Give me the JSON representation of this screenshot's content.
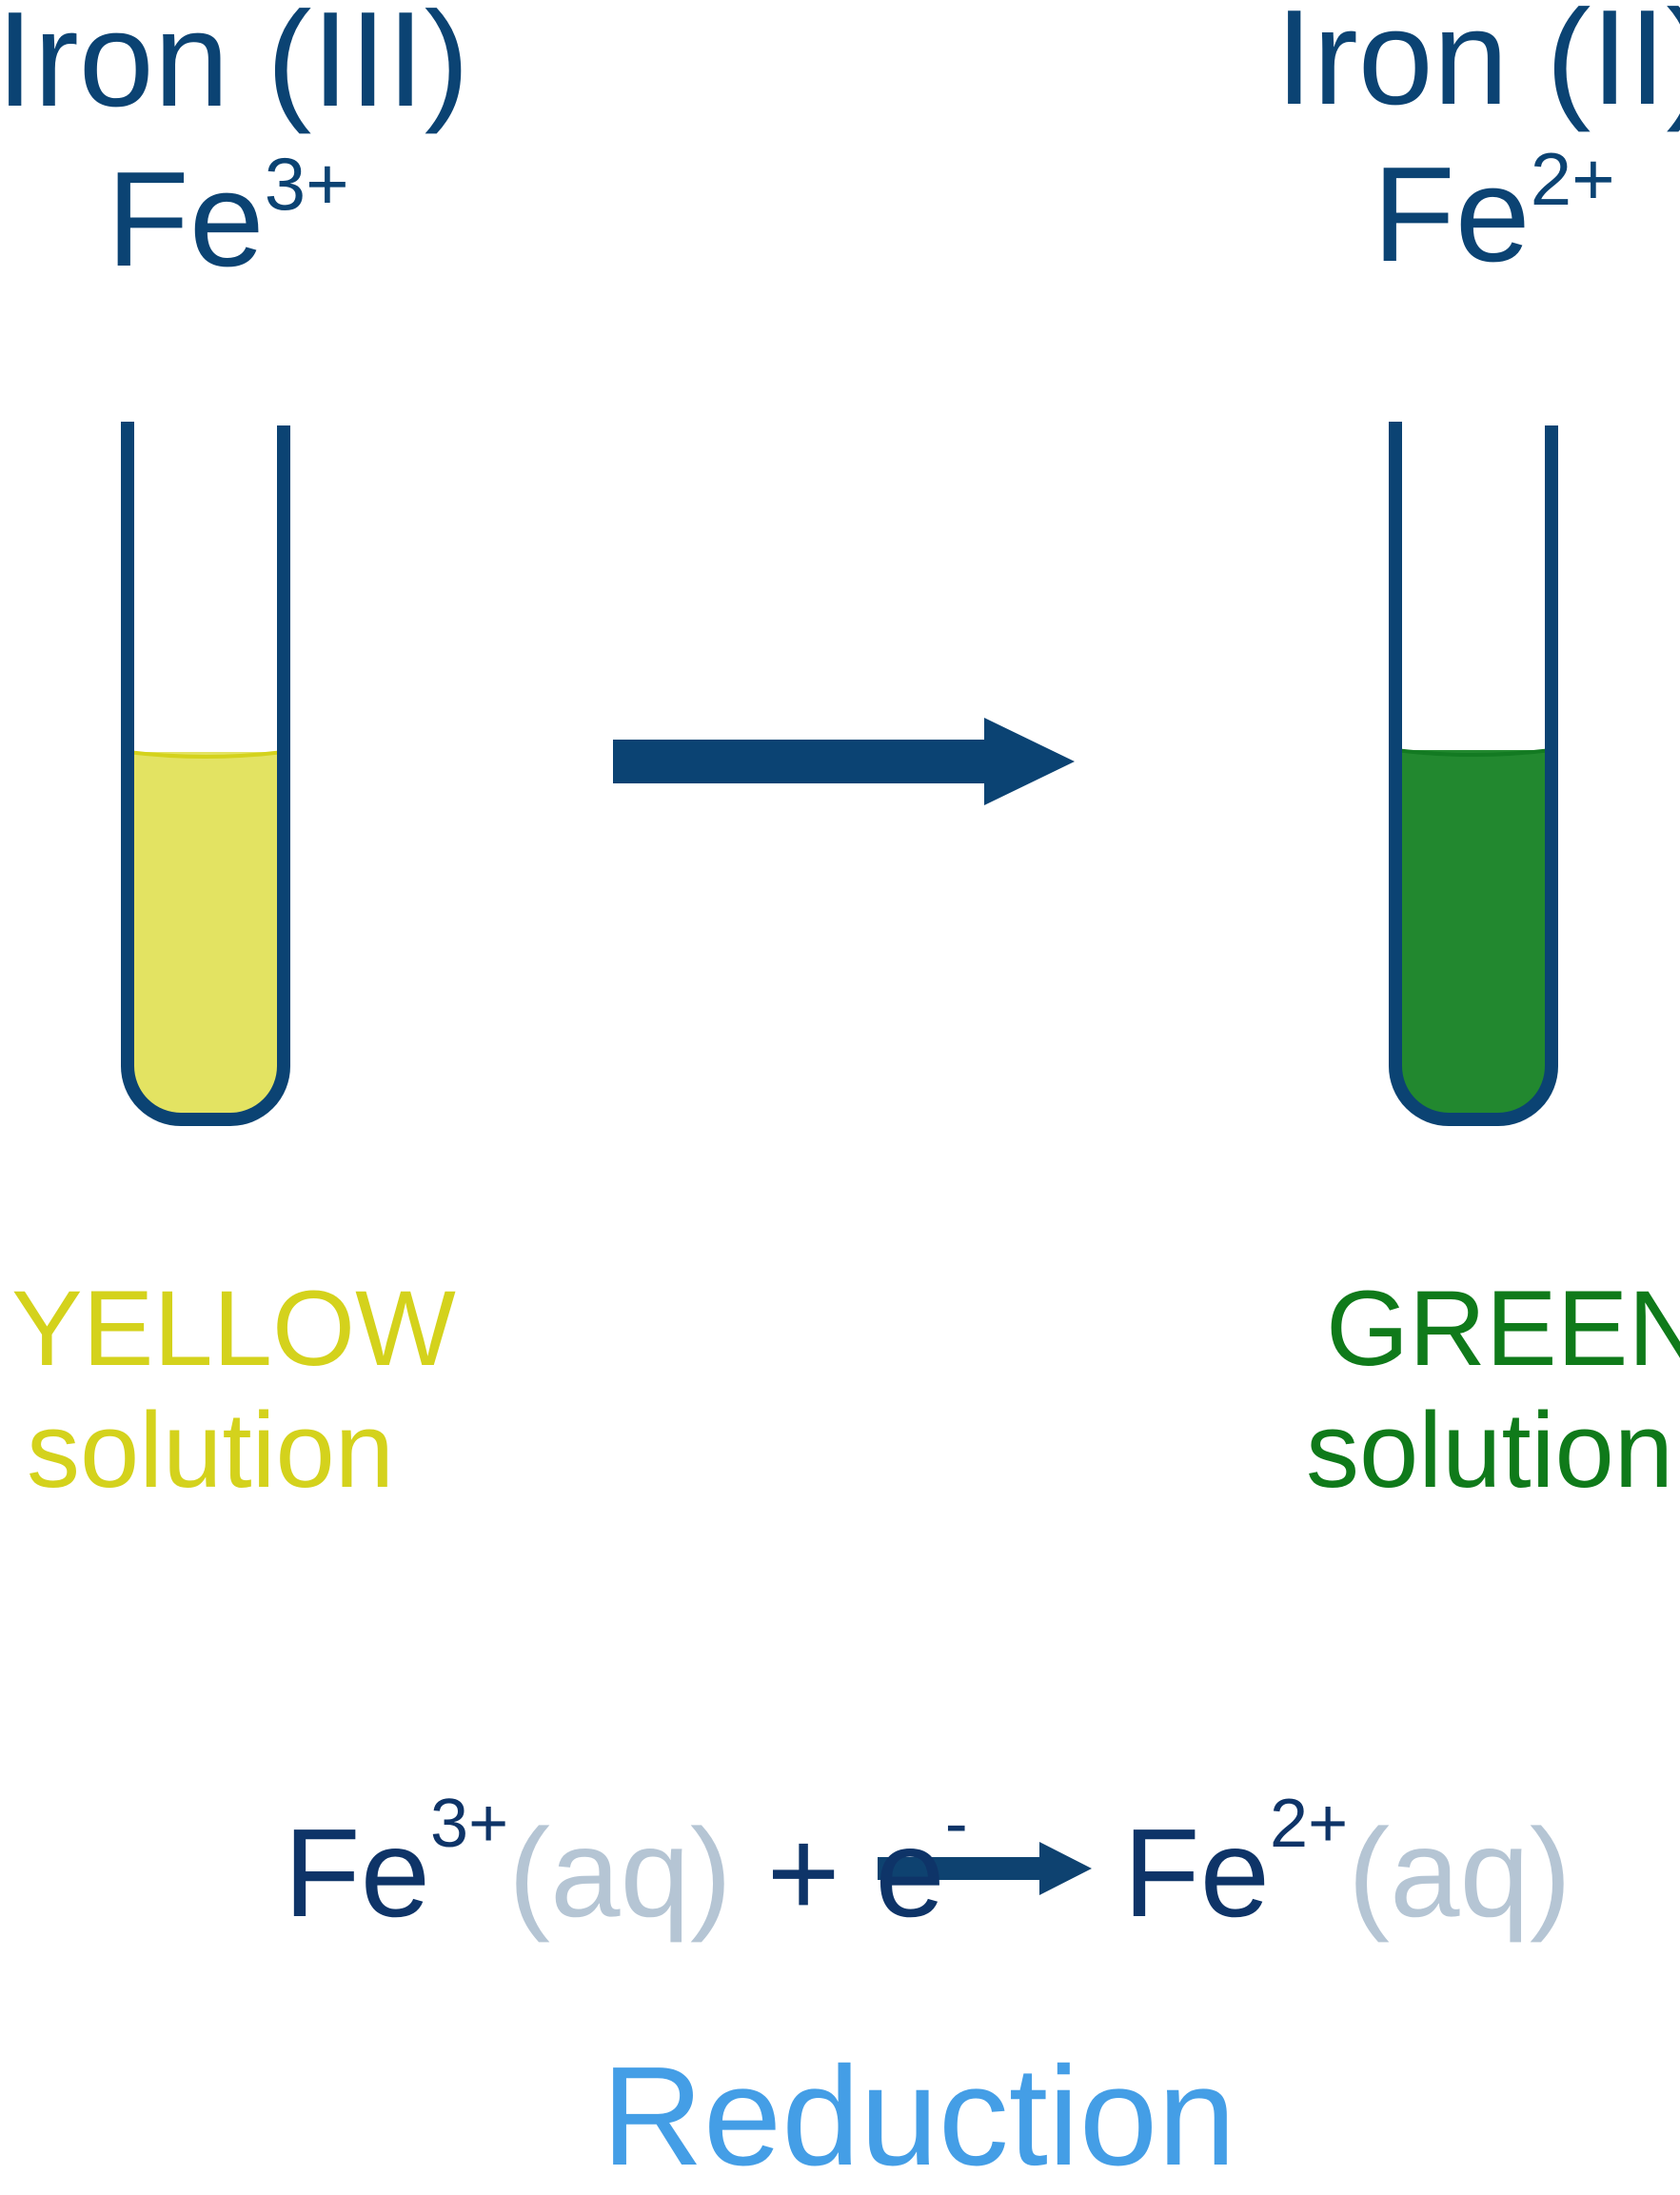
{
  "left": {
    "name": "Iron (III)",
    "ion": "Fe",
    "charge": "3+",
    "color_word": "YELLOW",
    "solution_label": "solution",
    "solution_color": "#e3e362",
    "text_color": "#d4d21c"
  },
  "right": {
    "name": "Iron (II)",
    "ion": "Fe",
    "charge": "2+",
    "color_word": "GREEN",
    "solution_label": "solution",
    "solution_color": "#22882f",
    "text_color": "#0f7a1a"
  },
  "equation": {
    "reactant": "Fe",
    "reactant_charge": "3+",
    "state": "(aq)",
    "plus": "+",
    "electron": "e",
    "electron_charge": "-",
    "product": "Fe",
    "product_charge": "2+",
    "product_state": "(aq)"
  },
  "caption": "Reduction",
  "colors": {
    "navy": "#0b4373",
    "caption": "#449ee6",
    "state": "#b5c5d4"
  }
}
